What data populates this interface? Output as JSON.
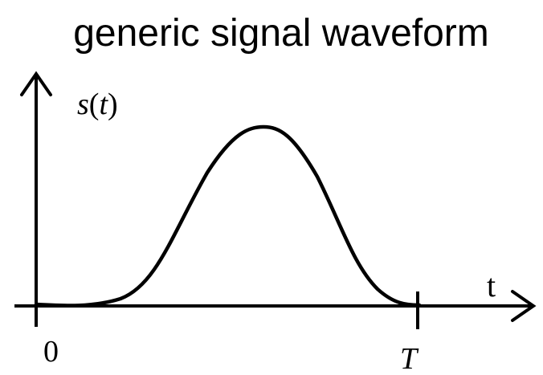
{
  "title": "generic signal waveform",
  "y_axis_label": {
    "func": "s",
    "open": "(",
    "var": "t",
    "close": ")"
  },
  "x_axis_label": "t",
  "ticks": {
    "origin": "0",
    "end": "T"
  },
  "colors": {
    "stroke": "#000000",
    "background": "#ffffff"
  }
}
